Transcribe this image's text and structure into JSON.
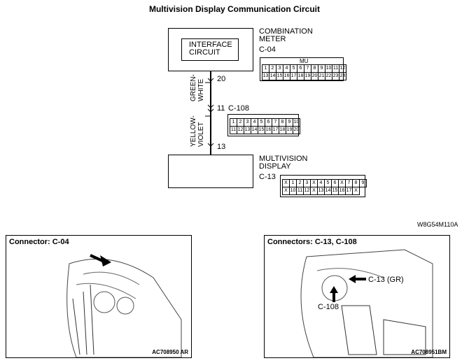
{
  "title": "Multivision Display Communication Circuit",
  "diagram_code": "W8G54M110A",
  "interface_circuit": "INTERFACE\nCIRCUIT",
  "combination_meter": {
    "label": "COMBINATION\nMETER",
    "connector": "C-04",
    "marker": "MU",
    "row1": [
      "1",
      "2",
      "3",
      "4",
      "5",
      "6",
      "7",
      "8",
      "9",
      "10",
      "11",
      "12"
    ],
    "row2": [
      "13",
      "14",
      "15",
      "16",
      "17",
      "18",
      "19",
      "20",
      "21",
      "22",
      "23",
      "24"
    ]
  },
  "wire1": {
    "pin": "20",
    "colors": "GREEN-\nWHITE"
  },
  "junction": {
    "pin": "11",
    "connector": "C-108",
    "row1": [
      "1",
      "2",
      "3",
      "4",
      "5",
      "6",
      "7",
      "8",
      "9",
      "10"
    ],
    "row2": [
      "11",
      "12",
      "13",
      "14",
      "15",
      "16",
      "17",
      "18",
      "19",
      "20"
    ]
  },
  "wire2": {
    "pin": "13",
    "colors": "YELLOW-\nVIOLET"
  },
  "multivision_display": {
    "label": "MULTIVISION\nDISPLAY",
    "connector": "C-13",
    "row1": [
      "X",
      "1",
      "2",
      "3",
      "X",
      "4",
      "5",
      "6",
      "X",
      "7",
      "8",
      "9"
    ],
    "row2": [
      "X",
      "10",
      "11",
      "12",
      "X",
      "13",
      "14",
      "15",
      "16",
      "17",
      "X"
    ]
  },
  "photo_left": {
    "title": "Connector: C-04",
    "code": "AC708950 AR"
  },
  "photo_right": {
    "title": "Connectors: C-13, C-108",
    "code": "AC708951BM",
    "callout_1": "C-13 (GR)",
    "callout_2": "C-108"
  }
}
